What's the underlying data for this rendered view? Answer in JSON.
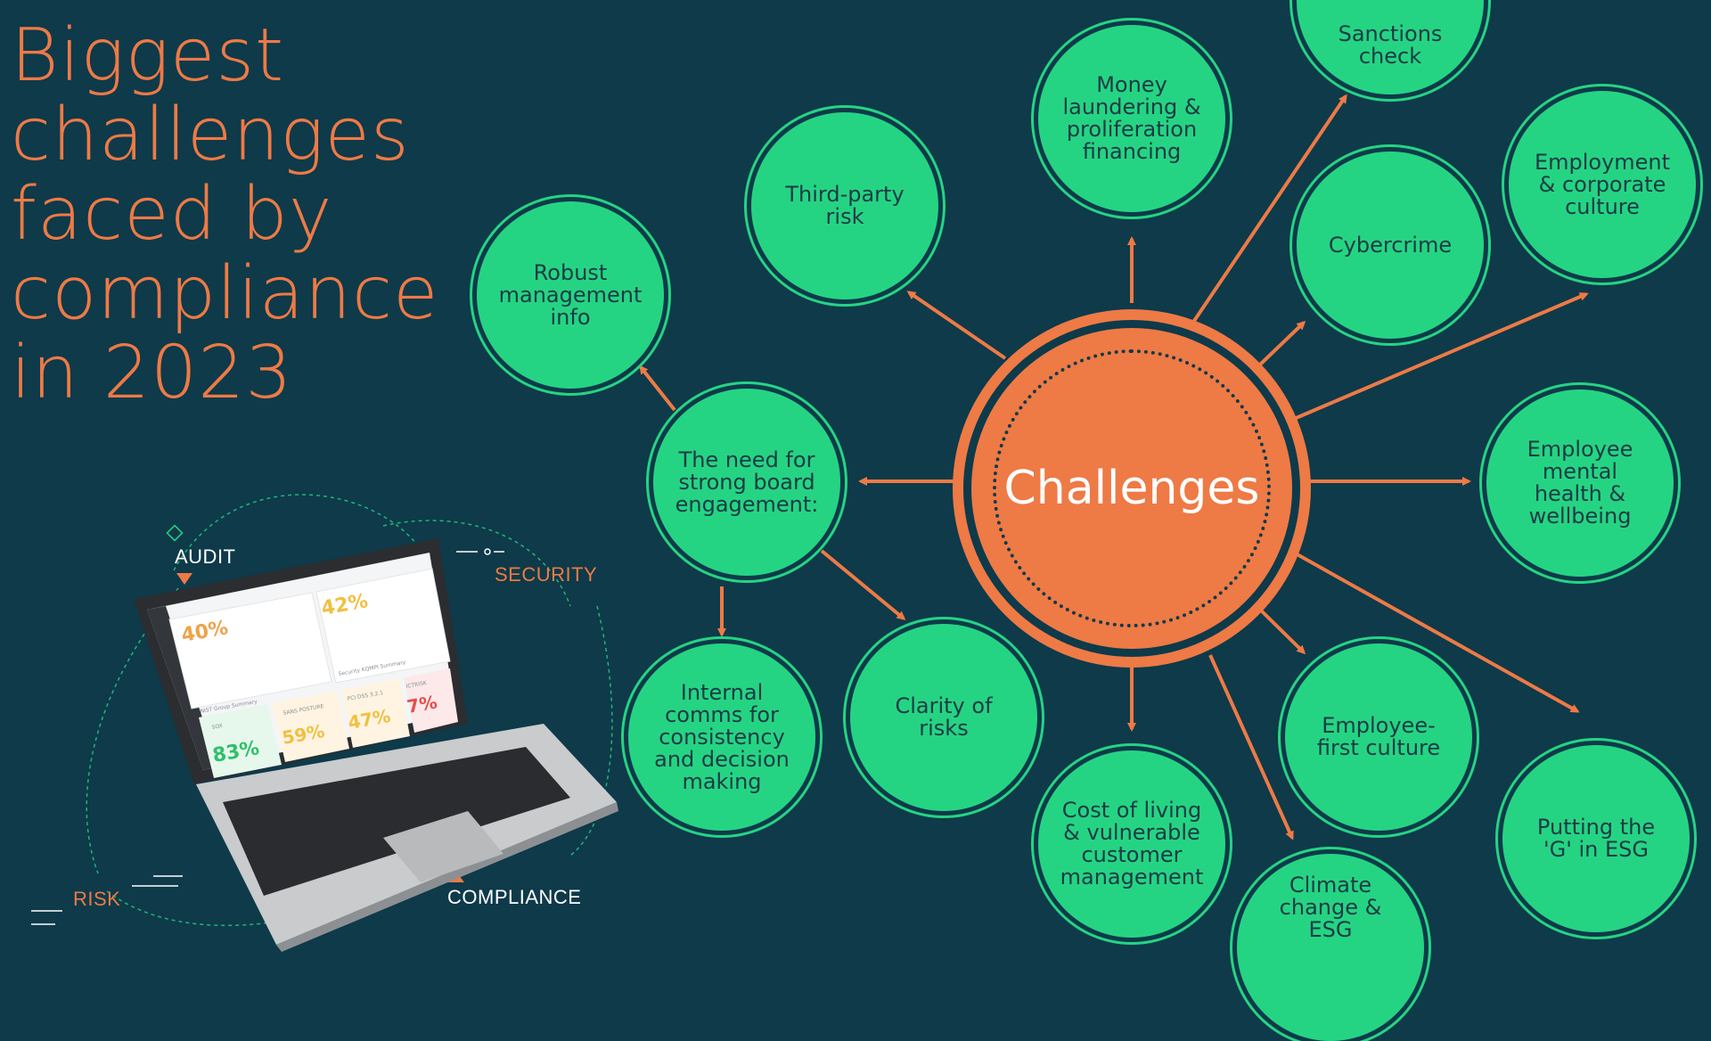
{
  "title_lines": [
    "Biggest",
    "challenges",
    "faced by",
    "compliance",
    "in 2023"
  ],
  "hub": {
    "label": "Challenges"
  },
  "nodes": [
    {
      "id": "robust-management-info",
      "label": "Robust\nmanagement\ninfo"
    },
    {
      "id": "third-party-risk",
      "label": "Third-party\nrisk"
    },
    {
      "id": "money-laundering",
      "label": "Money\nlaundering &\nproliferation\nfinancing"
    },
    {
      "id": "sanctions-check",
      "label": "Sanctions\ncheck"
    },
    {
      "id": "cybercrime",
      "label": "Cybercrime"
    },
    {
      "id": "employment-culture",
      "label": "Employment\n& corporate\nculture"
    },
    {
      "id": "board-engagement",
      "label": "The need for\nstrong board\nengagement:"
    },
    {
      "id": "employee-wellbeing",
      "label": "Employee\nmental\nhealth &\nwellbeing"
    },
    {
      "id": "internal-comms",
      "label": "Internal\ncomms for\nconsistency\nand decision\nmaking"
    },
    {
      "id": "clarity-of-risks",
      "label": "Clarity of\nrisks"
    },
    {
      "id": "cost-of-living",
      "label": "Cost of living\n& vulnerable\ncustomer\nmanagement"
    },
    {
      "id": "climate-esg",
      "label": "Climate\nchange &\nESG"
    },
    {
      "id": "employee-first",
      "label": "Employee-\nfirst culture"
    },
    {
      "id": "g-in-esg",
      "label": "Putting the\n'G' in ESG"
    }
  ],
  "illustration": {
    "labels": {
      "audit": "AUDIT",
      "security": "SECURITY",
      "risk": "RISK",
      "compliance": "COMPLIANCE"
    },
    "screen": {
      "stats": [
        "40%",
        "42%",
        "83%",
        "59%",
        "47%",
        "7%"
      ],
      "tile_titles": [
        "NIST Group Summary",
        "Security KQMPI Summary",
        "SOX",
        "SANS POSTURE",
        "PCI DSS 3.2.1",
        "ICTRISK"
      ]
    }
  },
  "colors": {
    "background": "#0e3a4a",
    "accent": "#ee7a45",
    "node": "#25d483",
    "node_text": "#1b3b45",
    "hub_text": "#ffffff"
  }
}
